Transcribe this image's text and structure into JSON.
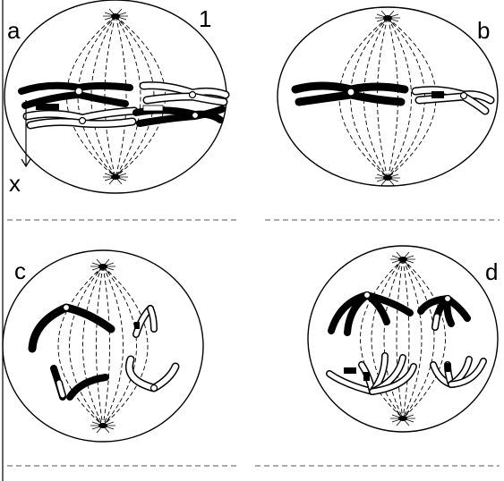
{
  "panels": [
    {
      "id": "a",
      "label": "a"
    },
    {
      "id": "b",
      "label": "b"
    },
    {
      "id": "c",
      "label": "c"
    },
    {
      "id": "d",
      "label": "d"
    }
  ],
  "annotations": {
    "number_label": "1",
    "arrow_label": "x"
  }
}
